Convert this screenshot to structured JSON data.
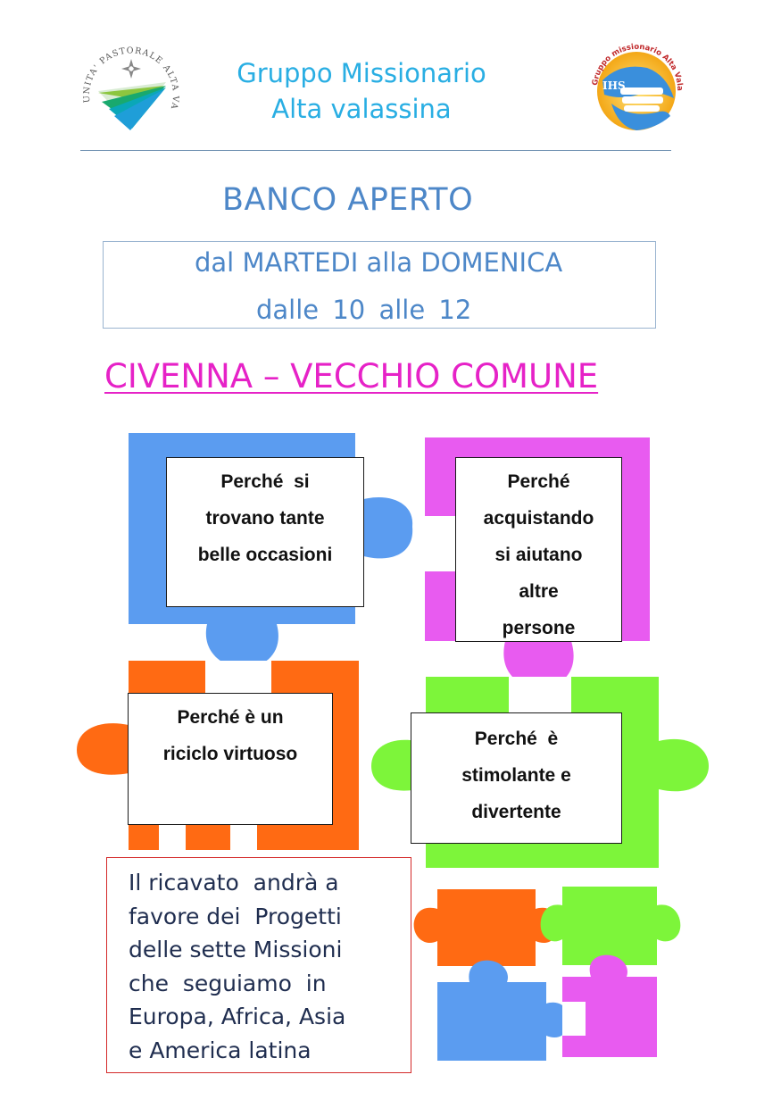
{
  "header": {
    "title_line1": "Gruppo Missionario",
    "title_line2": "Alta valassina"
  },
  "logo_left": {
    "text": "UNITA' PASTORALE ALTA VALASSINA"
  },
  "logo_right": {
    "text": "Gruppo missionario Alta Valassina",
    "monogram": "IHS"
  },
  "banner": {
    "title": "BANCO APERTO",
    "days": "dal MARTEDI alla DOMENICA",
    "hours": "dalle  10  alle  12",
    "place": "CIVENNA – VECCHIO COMUNE"
  },
  "cards": [
    {
      "lines": [
        "Perché  si",
        "trovano tante",
        "belle occasioni"
      ]
    },
    {
      "lines": [
        "Perché",
        "acquistando",
        "si aiutano",
        "altre",
        "persone"
      ]
    },
    {
      "lines": [
        "Perché è un",
        "riciclo virtuoso"
      ]
    },
    {
      "lines": [
        "Perché  è",
        "stimolante e",
        "divertente"
      ]
    }
  ],
  "proceeds": {
    "lines": [
      "Il ricavato  andrà a",
      "favore dei  Progetti",
      "delle sette Missioni",
      "che  seguiamo  in",
      "Europa, Africa, Asia",
      "e America latina"
    ]
  },
  "colors": {
    "header_blue": "#29aee3",
    "title_blue": "#4d87c8",
    "magenta": "#e622c7",
    "puzzle_blue": "#5b9cf0",
    "puzzle_magenta": "#e85bf0",
    "puzzle_orange": "#ff6a13",
    "puzzle_green": "#7df53a",
    "box_red": "#d42a2a"
  }
}
